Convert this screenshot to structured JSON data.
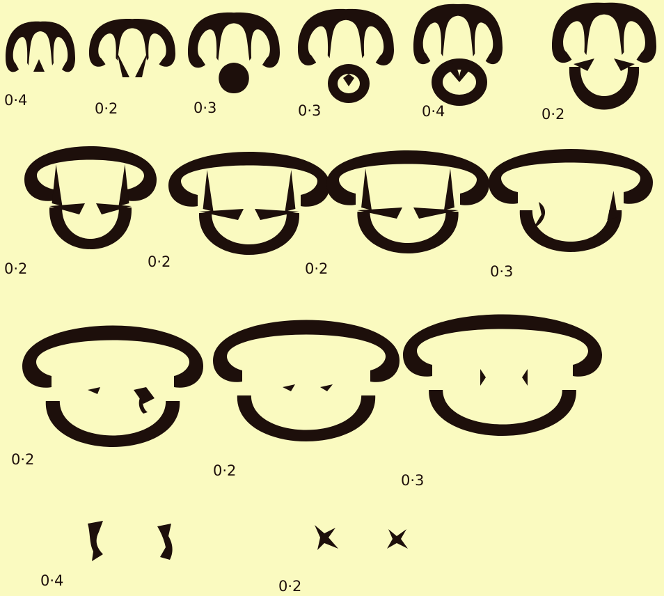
{
  "colors": {
    "background": "#fafac0",
    "ink": "#1d0f0b"
  },
  "rows": [
    {
      "sections": [
        {
          "shape": "small-hood",
          "increment": "0·4"
        },
        {
          "shape": "hood-v-notch",
          "increment": "0·2"
        },
        {
          "shape": "hood-blob",
          "increment": "0·3"
        },
        {
          "shape": "hood-ring",
          "increment": "0·3"
        },
        {
          "shape": "hood-ring-heart",
          "increment": "0·4"
        },
        {
          "shape": "hood-split-ring",
          "increment": "0·2"
        }
      ]
    },
    {
      "sections": [
        {
          "shape": "shell-spurs",
          "increment": "0·2"
        },
        {
          "shape": "shell-spurs-rough",
          "increment": "0·2"
        },
        {
          "shape": "shell-spurs-wide",
          "increment": "0·2"
        },
        {
          "shape": "shell-crescent",
          "increment": "0·3"
        }
      ]
    },
    {
      "sections": [
        {
          "shape": "oval-bracket",
          "increment": "0·2"
        },
        {
          "shape": "oval-ticks",
          "increment": "0·2"
        },
        {
          "shape": "oval-arrows",
          "increment": "0·3"
        }
      ]
    },
    {
      "sections": [
        {
          "shape": "bracket-pair",
          "increment": "0·4"
        },
        {
          "shape": "star-pair",
          "increment": "0·2"
        }
      ]
    }
  ]
}
